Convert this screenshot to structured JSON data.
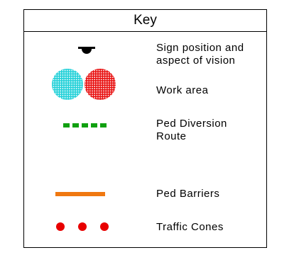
{
  "key": {
    "title": "Key",
    "items": [
      {
        "label_lines": [
          "Sign position and",
          "aspect of vision"
        ],
        "icon": "sign-position-icon",
        "color": "#000000"
      },
      {
        "label_lines": [
          "Work area"
        ],
        "icon": "work-area-hatched-circles",
        "colors": [
          "#20d0d8",
          "#e81010"
        ]
      },
      {
        "label_lines": [
          "Ped Diversion",
          "Route"
        ],
        "icon": "ped-diversion-dashed-line",
        "color": "#10a010"
      },
      {
        "label_lines": [
          "Ped Barriers"
        ],
        "icon": "ped-barrier-bar",
        "color": "#f07810"
      },
      {
        "label_lines": [
          "Traffic Cones"
        ],
        "icon": "traffic-cone-dots",
        "color": "#e80000"
      }
    ]
  }
}
